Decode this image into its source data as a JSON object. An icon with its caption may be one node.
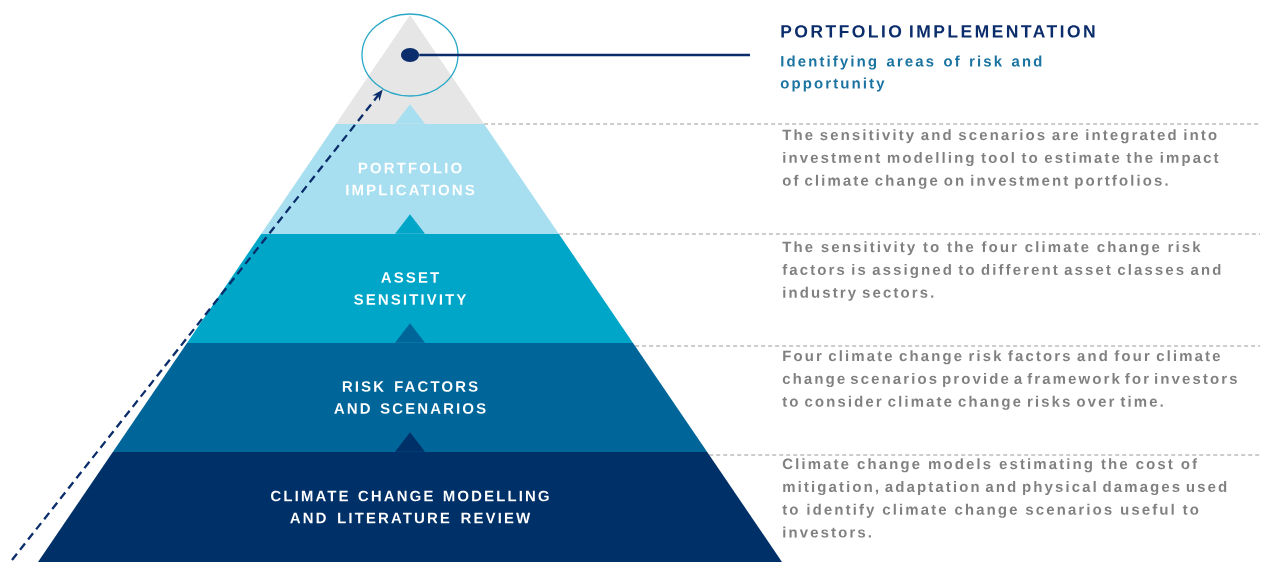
{
  "diagram": {
    "nodes": [
      {
        "text": [],
        "shape": "triangle"
      },
      {
        "text": [],
        "shape": "circle",
        "in": 0
      },
      {
        "text": [],
        "shape": "circle",
        "in": 1
      },
      {
        "text": [
          "PORTFOLIO IMPLEMENTATION",
          "Identifying areas of risk and opportunity"
        ]
      },
      {
        "text": [
          "PORTFOLIO IMPLICATIONS"
        ]
      },
      {
        "text": [
          "ASSET SENSITIVITY"
        ]
      },
      {
        "text": [
          "RISK FACTORS AND SCENARIOS"
        ]
      },
      {
        "text": [
          "CLIMATE CHANGE MODELLING AND LITERATURE REVIEW"
        ]
      }
    ],
    "edges": [
      {
        "from": 2,
        "to": 3,
        "arrow": "none"
      },
      {
        "from": null,
        "to": 1,
        "arrow": "to",
        "style": "dashed"
      },
      {
        "from": 7,
        "to": 6,
        "arrow": "to"
      },
      {
        "from": 6,
        "to": 5,
        "arrow": "to"
      },
      {
        "from": 5,
        "to": 4,
        "arrow": "to"
      },
      {
        "from": 4,
        "to": 0,
        "arrow": "to"
      }
    ],
    "labels": [
      "The sensitivity and scenarios are integrated into investment modelling tool to estimate the impact of climate change on investment portfolios.",
      "The sensitivity to the four climate change risk factors is assigned to different asset classes and industry sectors.",
      "Four climate change risk factors and four climate change scenarios provide a framework for investors to consider climate change risks over time.",
      "Climate change models estimating the cost of mitigation, adaptation and physical damages used to identify climate change scenarios useful to investors."
    ]
  }
}
